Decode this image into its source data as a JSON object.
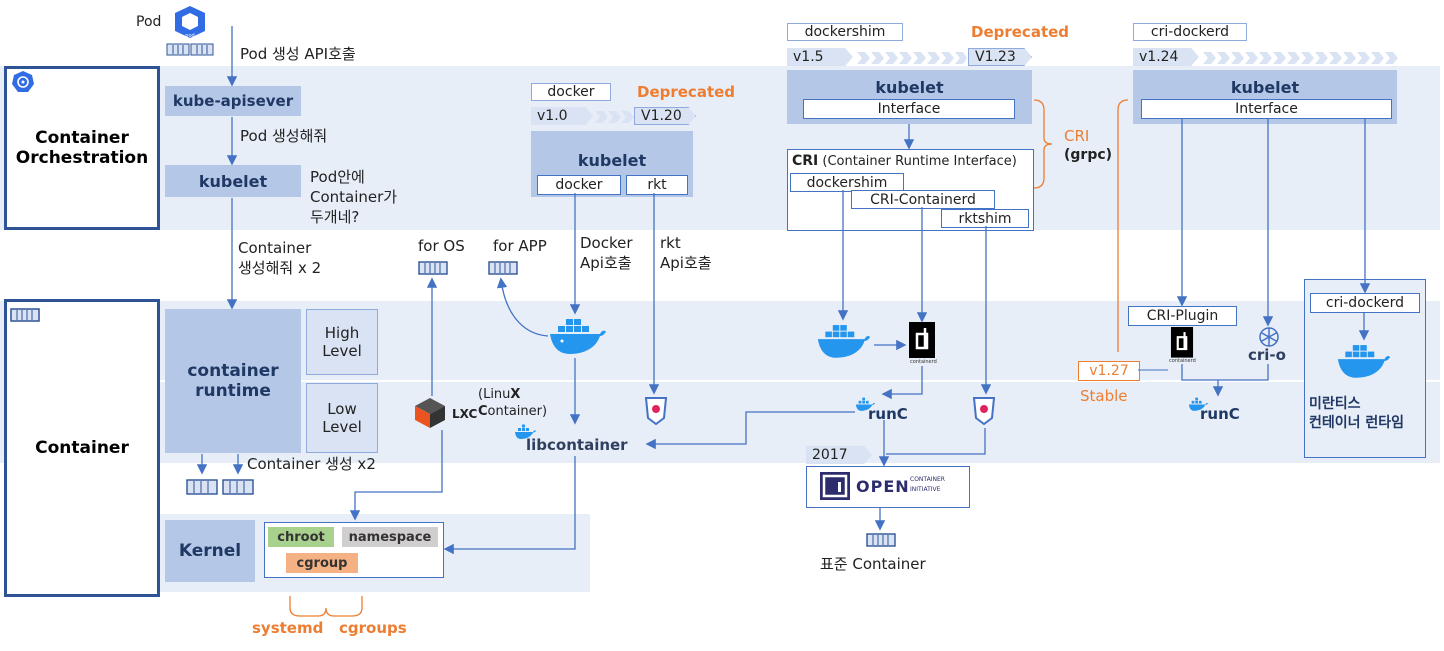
{
  "left": {
    "pod_label": "Pod",
    "pod_api": "Pod 생성 API호출",
    "apiserver": "kube-apisever",
    "make_pod": "Pod 생성해줘",
    "kubelet": "kubelet",
    "pod_q1": "Pod안에",
    "pod_q2": "Container가",
    "pod_q3": "두개네?",
    "make_container1": "Container",
    "make_container2": "생성해줘 x 2",
    "orchestration1": "Container",
    "orchestration2": "Orchestration",
    "container_title": "Container",
    "runtime1": "container",
    "runtime2": "runtime",
    "high1": "High",
    "high2": "Level",
    "low1": "Low",
    "low2": "Level",
    "container_make_x2": "Container 생성 x2",
    "kernel": "Kernel",
    "chroot": "chroot",
    "namespace": "namespace",
    "cgroup": "cgroup",
    "systemd": "systemd",
    "cgroups": "cgroups"
  },
  "docker_col": {
    "docker_label": "docker",
    "deprecated": "Deprecated",
    "v_from": "v1.0",
    "v_to": "V1.20",
    "kubelet": "kubelet",
    "docker": "docker",
    "rkt": "rkt",
    "for_os": "for OS",
    "for_app": "for APP",
    "docker_api1": "Docker",
    "docker_api2": "Api호출",
    "rkt_api1": "rkt",
    "rkt_api2": "Api호출",
    "lxc_logo": "LXC",
    "lxc1_pre": "(Lin",
    "lxc1_b": "u",
    "lxc1_x": "X",
    "lxc2_b": "C",
    "lxc2_post": "ontainer)",
    "libcontainer": "libcontainer"
  },
  "cri_col": {
    "dockershim_label": "dockershim",
    "deprecated": "Deprecated",
    "v_from": "v1.5",
    "v_to": "V1.23",
    "kubelet": "kubelet",
    "interface": "Interface",
    "cri_bold": "CRI",
    "cri_rest": " (Container Runtime Interface)",
    "dockershim": "dockershim",
    "cri_containerd": "CRI-Containerd",
    "rktshim": "rktshim",
    "cri_label": "CRI",
    "grpc_label": "(grpc)",
    "runc": "runC",
    "year": "2017",
    "oci_big": "OPEN",
    "oci_small1": "CONTAINER",
    "oci_small2": "INITIATIVE",
    "std_container": "표준 Container",
    "containerd_caption": "containerd"
  },
  "right_col": {
    "cri_dockerd_label": "cri-dockerd",
    "v_from": "v1.24",
    "kubelet": "kubelet",
    "interface": "Interface",
    "cri_plugin": "CRI-Plugin",
    "cri_o": "cri-o",
    "cri_dockerd": "cri-dockerd",
    "v127": "v1.27",
    "stable": "Stable",
    "runc": "runC",
    "mirantis1": "미란티스",
    "mirantis2": "컨테이너 런타임",
    "containerd_caption": "containerd"
  },
  "colors": {
    "band": "#e8eef8",
    "block": "#b4c7e7",
    "border": "#2f5496",
    "accent_orange": "#ed7d31",
    "docker_blue": "#2496ed",
    "chroot_green": "#a9d18e",
    "namespace_gray": "#d0cece",
    "cgroup_orange": "#f4b183",
    "arrow": "#4472c4"
  }
}
